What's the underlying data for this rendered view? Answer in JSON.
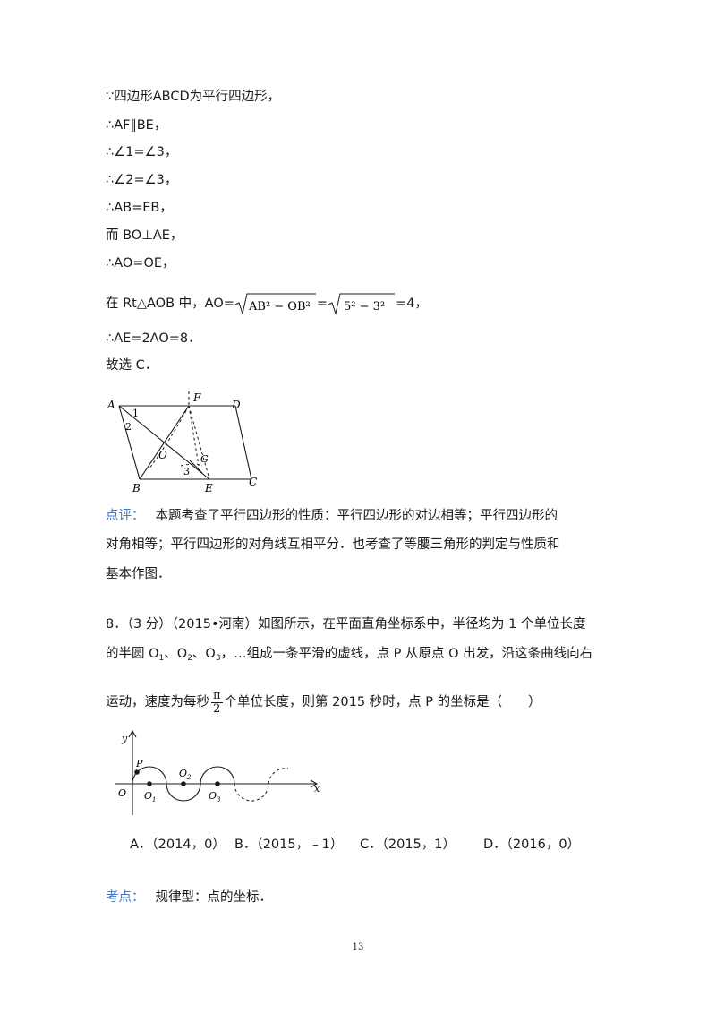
{
  "solution": {
    "l1": "∵四边形ABCD为平行四边形，",
    "l2": "∴AF∥BE，",
    "l3": "∴∠1=∠3，",
    "l4": "∴∠2=∠3，",
    "l5": "∴AB=EB，",
    "l6": "而 BO⊥AE，",
    "l7": "∴AO=OE，",
    "l8_prefix": "在 Rt△AOB 中，AO=",
    "l8_sqrt1": "AB² − OB²",
    "l8_eq": "=",
    "l8_sqrt2": "5² − 3²",
    "l8_suffix": "=4，",
    "l9": "∴AE=2AO=8．",
    "l10": "故选 C．"
  },
  "figure1": {
    "labels": {
      "A": "A",
      "F": "F",
      "D": "D",
      "B": "B",
      "E": "E",
      "C": "C",
      "O": "O",
      "G": "G",
      "n1": "1",
      "n2": "2",
      "n3": "3"
    }
  },
  "review": {
    "label": "点评：",
    "l1": "本题考查了平行四边形的性质：平行四边形的对边相等；平行四边形的",
    "l2": "对角相等；平行四边形的对角线互相平分．也考查了等腰三角形的判定与性质和",
    "l3": "基本作图．"
  },
  "question": {
    "l1": "8．（3 分）（2015•河南）如图所示，在平面直角坐标系中，半径均为 1 个单位长度",
    "l2_a": "的半圆 O",
    "l2_s1": "1",
    "l2_b": "、O",
    "l2_s2": "2",
    "l2_c": "、O",
    "l2_s3": "3",
    "l2_d": "，…组成一条平滑的虚线，点 P 从原点 O 出发，沿这条曲线向右",
    "l3_a": "运动，速度为每秒",
    "l3_num": "π",
    "l3_den": "2",
    "l3_b": "个单位长度，则第 2015 秒时，点 P 的坐标是（　　）"
  },
  "figure2": {
    "labels": {
      "y": "y",
      "x": "x",
      "O": "O",
      "P": "P",
      "O1": "O",
      "O1s": "1",
      "O2": "O",
      "O2s": "2",
      "O3": "O",
      "O3s": "3"
    }
  },
  "choices": {
    "A": "A．（2014，0）",
    "B": "B．（2015，﹣1）",
    "C": "C．（2015，1）",
    "D": "D．（2016，0）"
  },
  "kaodian": {
    "label": "考点：",
    "text": "规律型：点的坐标．"
  },
  "page_number": "13"
}
